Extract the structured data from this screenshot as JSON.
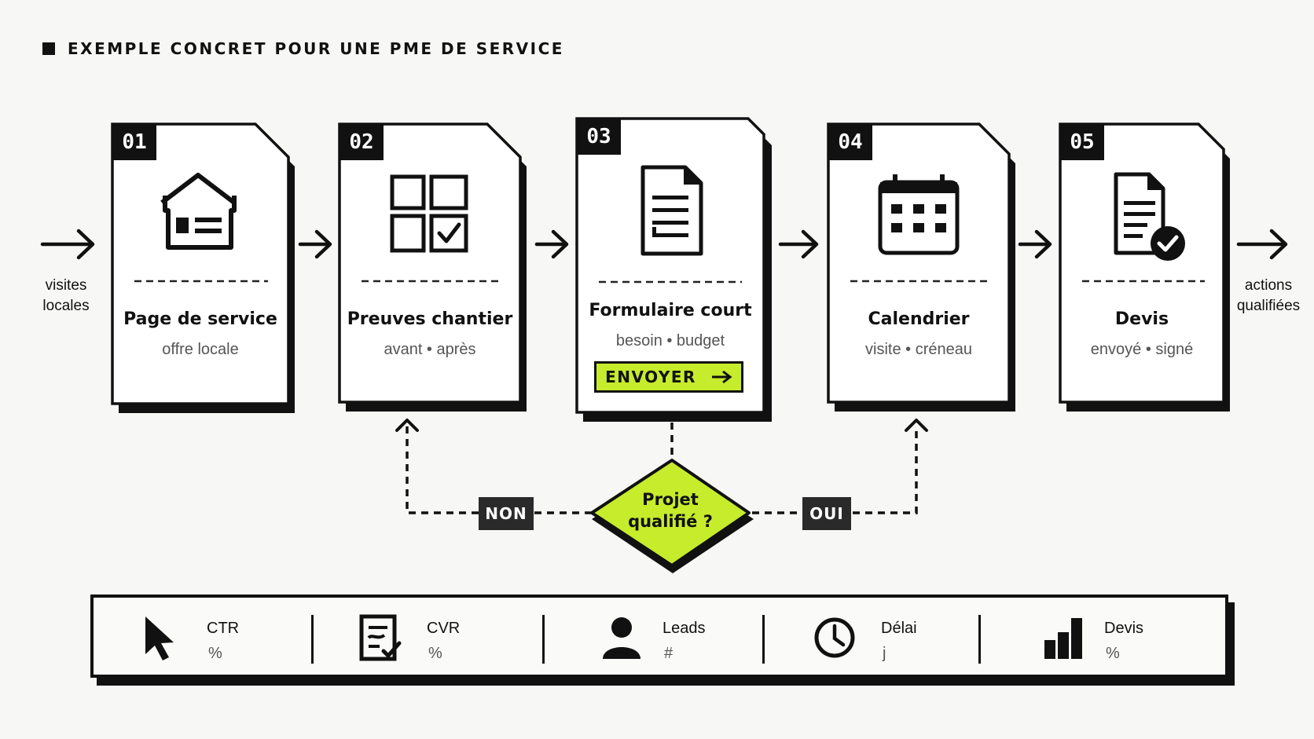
{
  "header": {
    "title": "EXEMPLE CONCRET POUR UNE PME DE SERVICE"
  },
  "flow": {
    "input_label": [
      "visites",
      "locales"
    ],
    "output_label": [
      "actions",
      "qualifiées"
    ]
  },
  "steps": [
    {
      "num": "01",
      "title": "Page de service",
      "subtitle": "offre locale",
      "icon": "house-icon"
    },
    {
      "num": "02",
      "title": "Preuves chantier",
      "subtitle": "avant • après",
      "icon": "grid-check-icon"
    },
    {
      "num": "03",
      "title": "Formulaire court",
      "subtitle": "besoin • budget",
      "icon": "form-document-icon",
      "cta": "ENVOYER"
    },
    {
      "num": "04",
      "title": "Calendrier",
      "subtitle": "visite • créneau",
      "icon": "calendar-icon"
    },
    {
      "num": "05",
      "title": "Devis",
      "subtitle": "envoyé • signé",
      "icon": "document-check-icon"
    }
  ],
  "decision": {
    "question_line1": "Projet",
    "question_line2": "qualifié ?",
    "no_label": "NON",
    "yes_label": "OUI"
  },
  "metrics": [
    {
      "label": "CTR",
      "unit": "%",
      "icon": "cursor-icon"
    },
    {
      "label": "CVR",
      "unit": "%",
      "icon": "form-check-icon"
    },
    {
      "label": "Leads",
      "unit": "#",
      "icon": "user-icon"
    },
    {
      "label": "Délai",
      "unit": "j",
      "icon": "clock-icon"
    },
    {
      "label": "Devis",
      "unit": "%",
      "icon": "bar-chart-icon"
    }
  ],
  "colors": {
    "accent": "#c6ec2b",
    "ink": "#111111",
    "background": "#f7f7f5"
  }
}
